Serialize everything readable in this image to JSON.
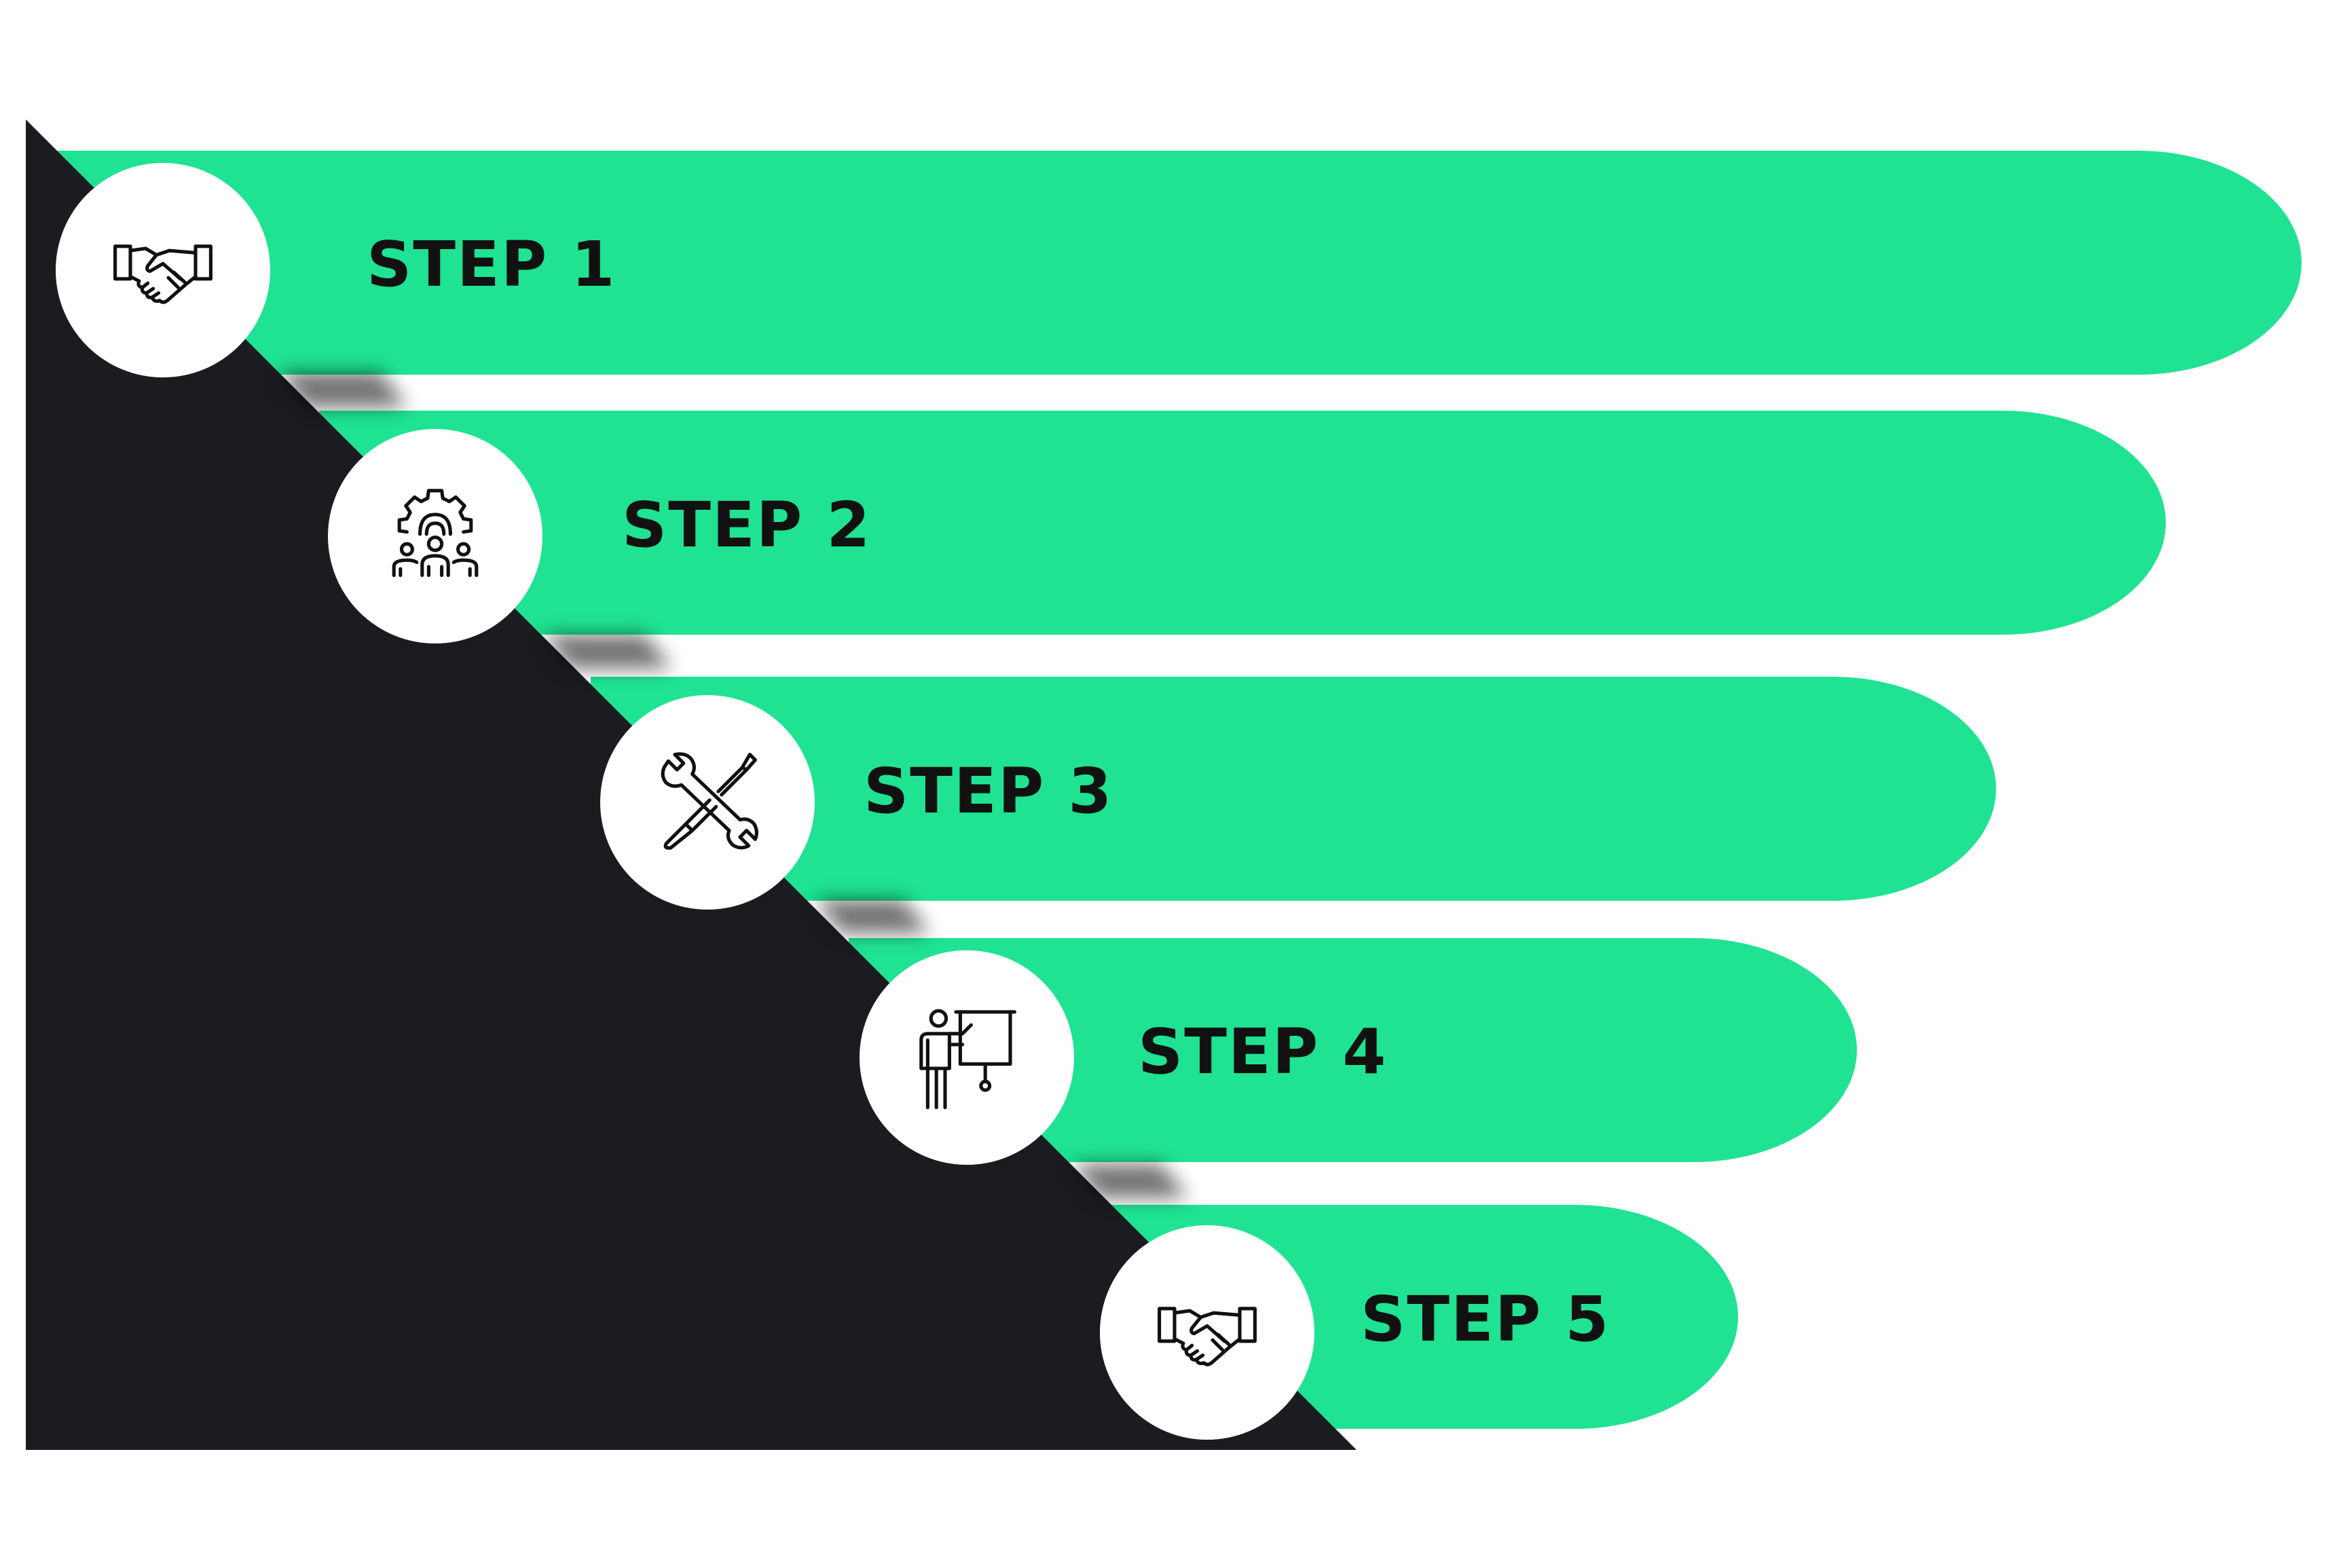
{
  "colors": {
    "bar": "#1fe393",
    "triangle": "#1b1c20",
    "circle": "#ffffff",
    "icon_stroke": "#111111",
    "text": "#111111"
  },
  "steps": [
    {
      "label": "STEP 1",
      "icon": "handshake-icon"
    },
    {
      "label": "STEP 2",
      "icon": "team-gear-icon"
    },
    {
      "label": "STEP 3",
      "icon": "wrench-screwdriver-icon"
    },
    {
      "label": "STEP 4",
      "icon": "presenter-board-icon"
    },
    {
      "label": "STEP 5",
      "icon": "handshake-icon"
    }
  ]
}
